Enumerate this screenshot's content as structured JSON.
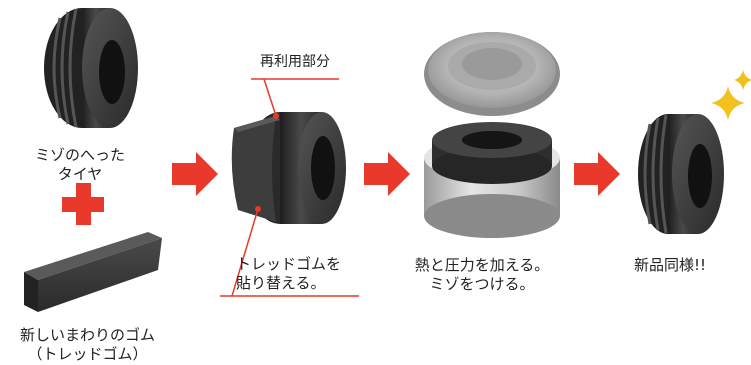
{
  "steps": {
    "old_tire": {
      "line1": "ミゾのへった",
      "line2": "タイヤ"
    },
    "new_rubber": {
      "line1": "新しいまわりのゴム",
      "line2": "（トレッドゴム）"
    },
    "reuse_part": {
      "label": "再利用部分"
    },
    "tread_replace": {
      "line1": "トレッドゴムを",
      "line2": "貼り替える。"
    },
    "heat_press": {
      "line1": "熱と圧力を加える。",
      "line2": "ミゾをつける。"
    },
    "result": {
      "label": "新品同様!!"
    }
  },
  "colors": {
    "arrow": "#e8392a",
    "plus": "#e8392a",
    "leader_line": "#e8392a",
    "rubber": "#3a3a3a",
    "tire_dark": "#2b2b2b",
    "mold": "#d0d0d0",
    "sparkle": "#f2c11d"
  },
  "icons": [
    "plus-icon",
    "arrow-right-icon",
    "sparkle-icon"
  ]
}
